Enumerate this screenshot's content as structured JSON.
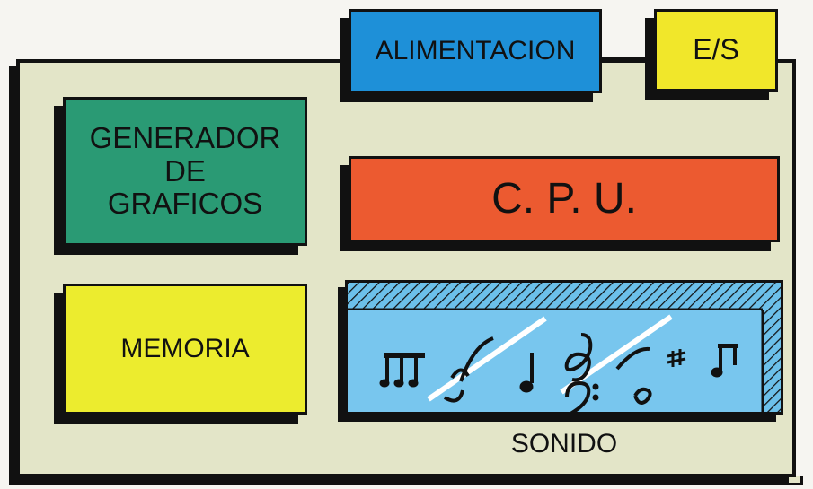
{
  "blocks": {
    "alimentacion": "ALIMENTACION",
    "es": "E/S",
    "generador": "GENERADOR\nDE\nGRAFICOS",
    "cpu": "C. P. U.",
    "memoria": "MEMORIA",
    "sonido": "SONIDO"
  },
  "colors": {
    "board": "#e3e5c8",
    "alimentacion": "#1e90d8",
    "es": "#f1e72a",
    "generador": "#2a9a74",
    "cpu": "#ec5a30",
    "memoria": "#ecec2e",
    "sonido": "#6cc0ea"
  },
  "sound_icons": [
    "triplet-notes-icon",
    "eighth-note-icon",
    "quarter-note-icon",
    "treble-clef-icon",
    "bass-clef-icon",
    "sharp-icon",
    "beamed-notes-icon"
  ]
}
